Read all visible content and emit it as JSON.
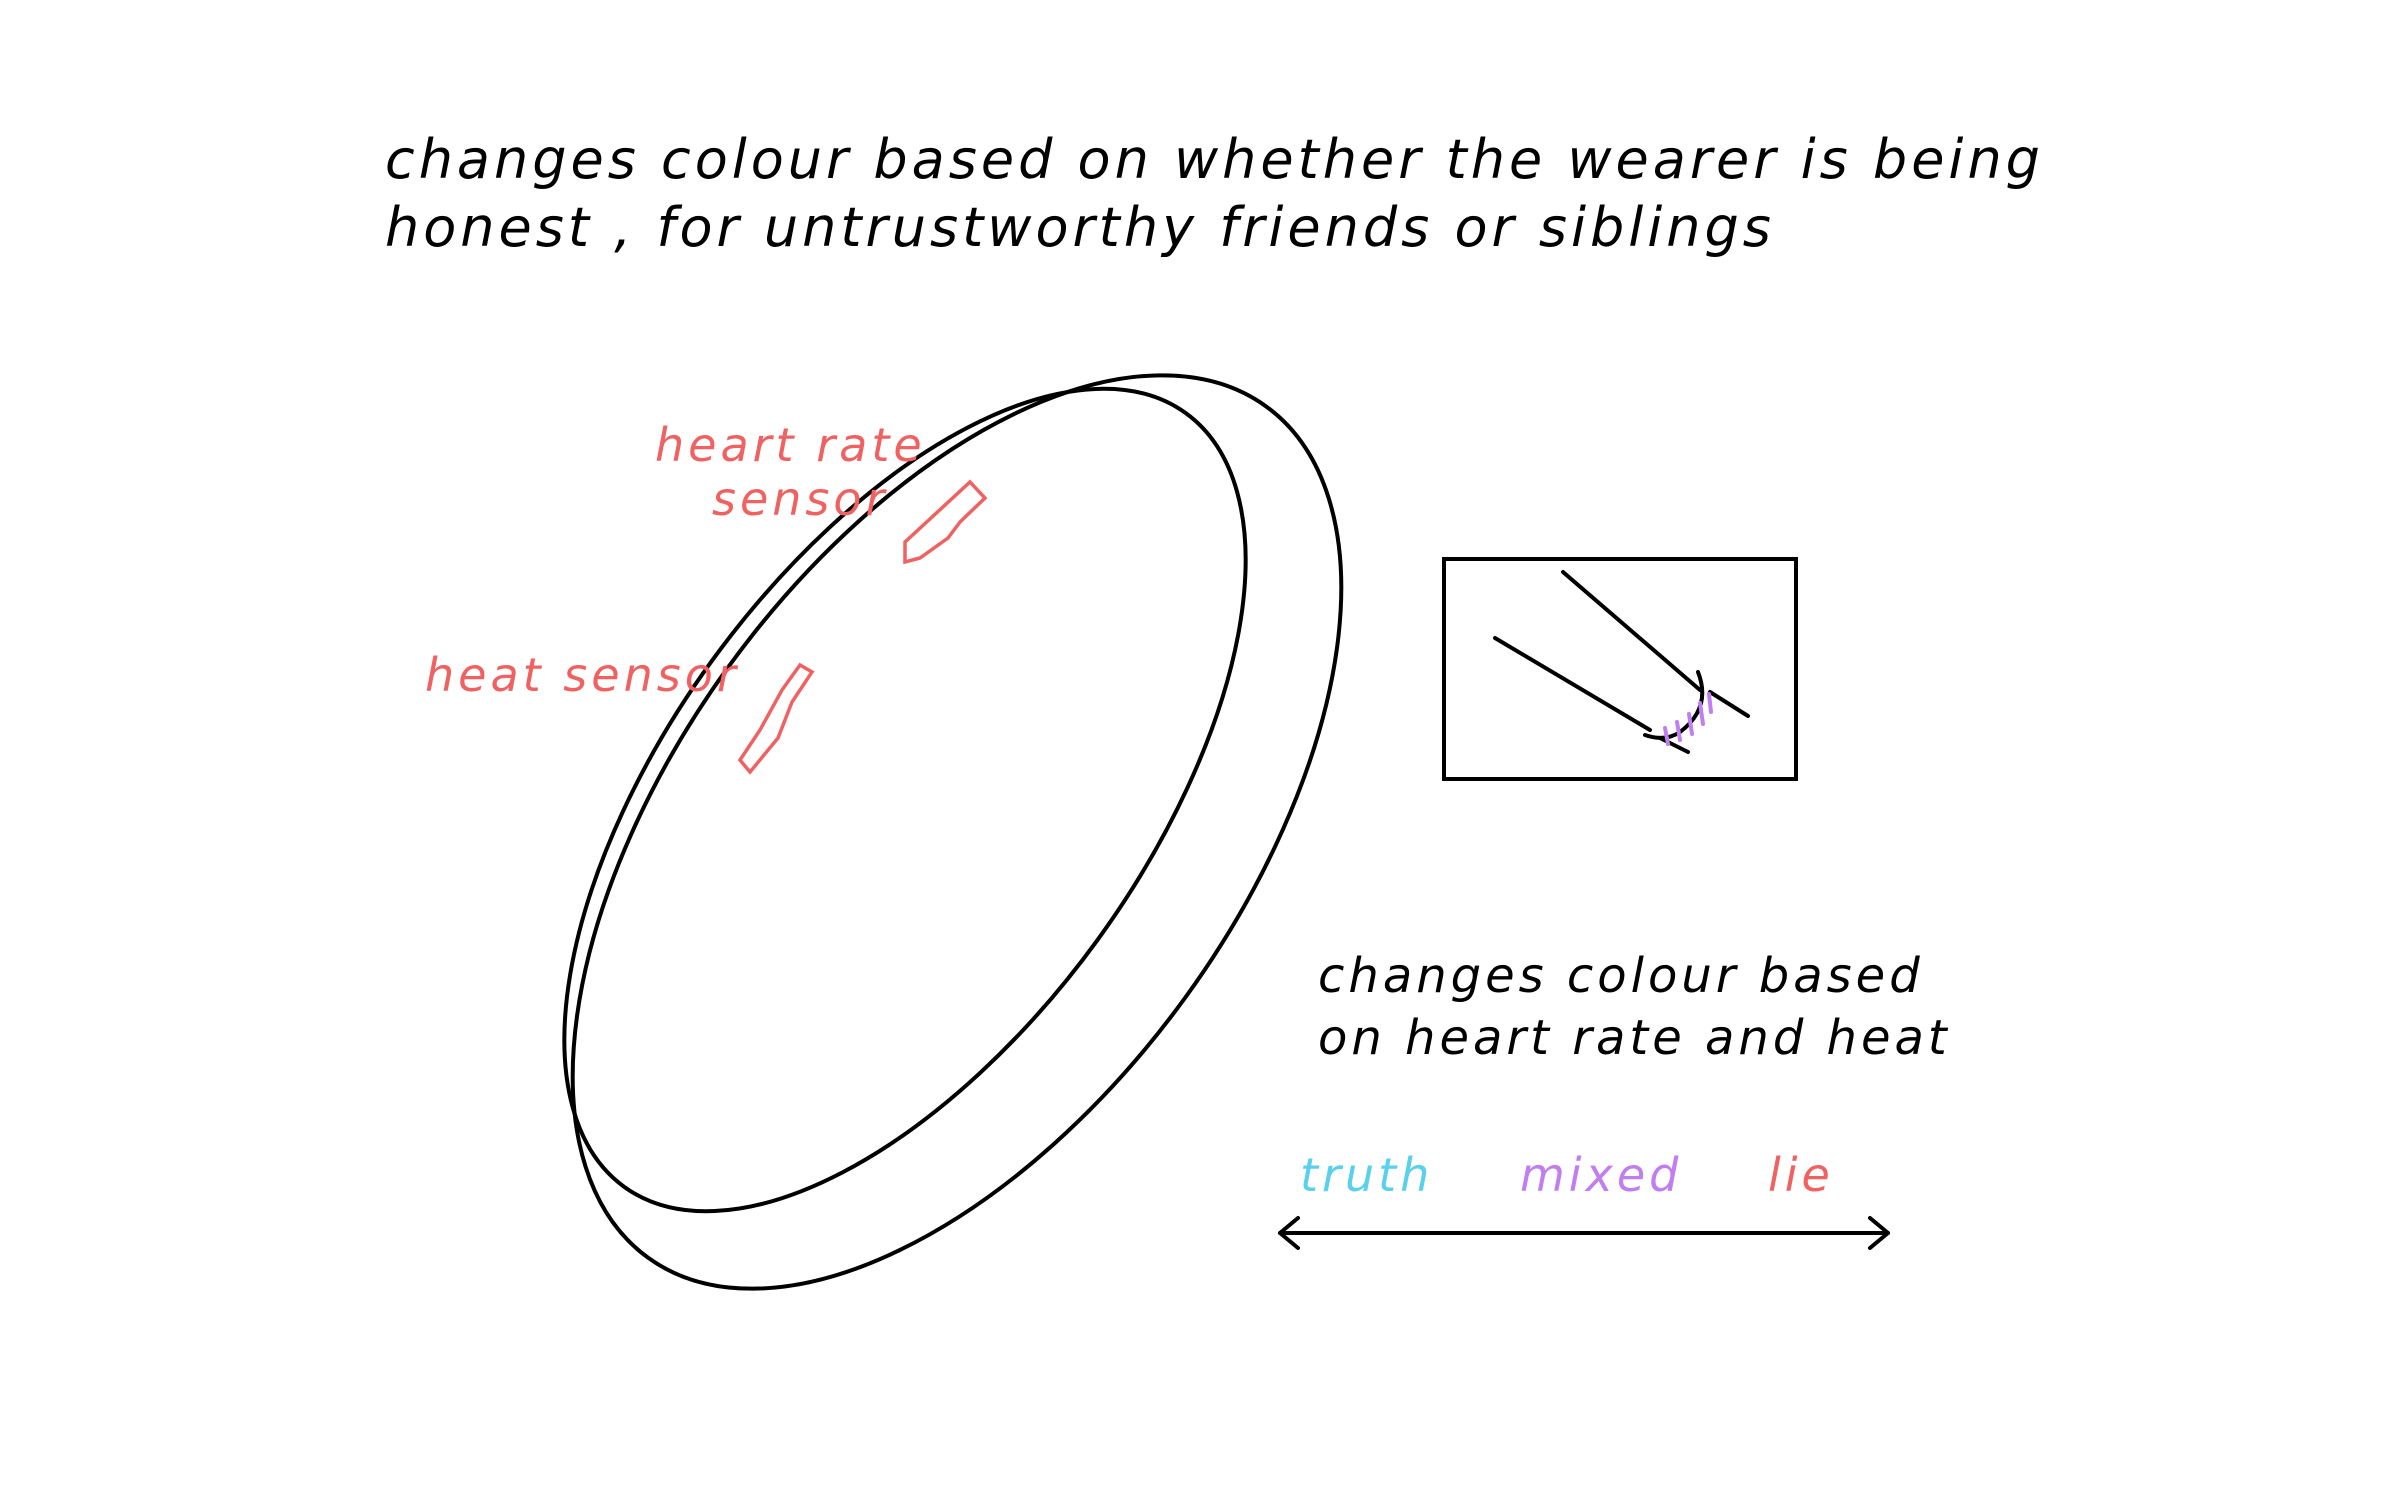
{
  "title": {
    "line1": "changes colour based on whether the wearer is being",
    "line2": "honest , for untrustworthy friends or siblings"
  },
  "labels": {
    "heart_rate_sensor_line1": "heart rate",
    "heart_rate_sensor_line2": "sensor",
    "heat_sensor": "heat  sensor"
  },
  "note": {
    "line1": "changes colour based",
    "line2": "on heart rate and heat"
  },
  "scale": {
    "truth": "truth",
    "mixed": "mixed",
    "lie": "lie"
  },
  "colors": {
    "ink": "#000000",
    "sensor": "#f06161",
    "truth": "#5ad1ec",
    "mixed": "#c07ef0",
    "lie": "#f06161"
  }
}
